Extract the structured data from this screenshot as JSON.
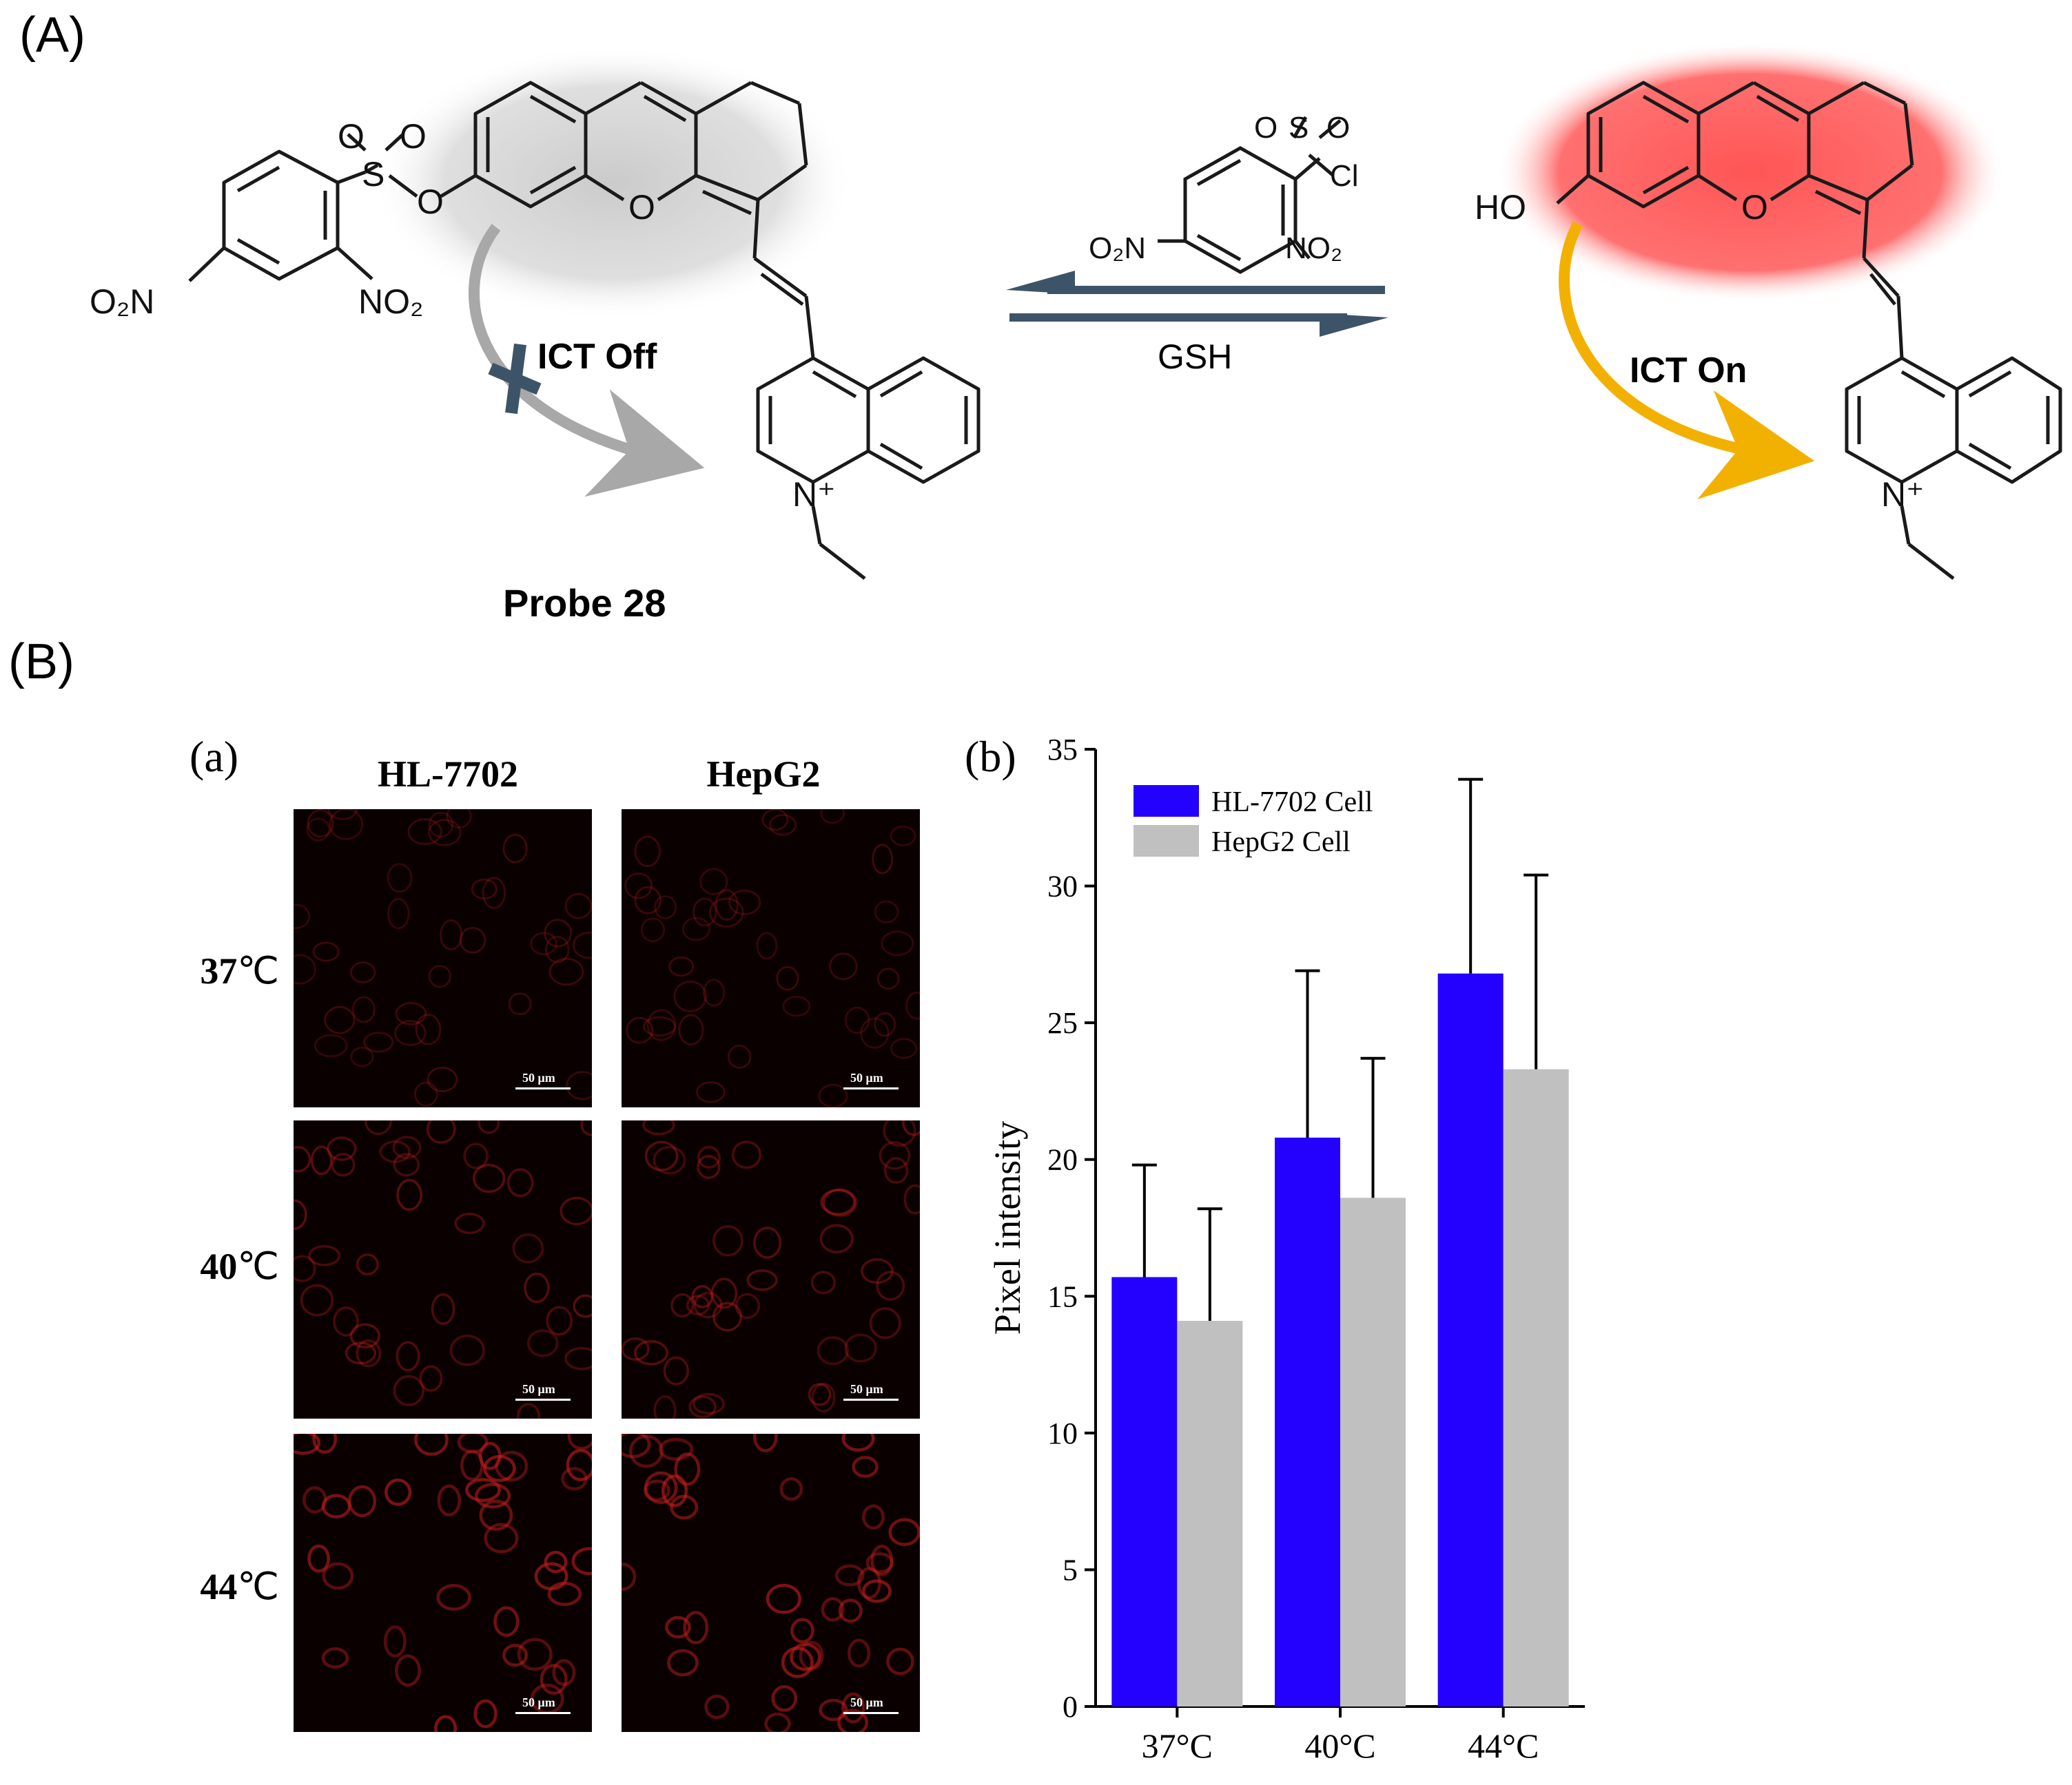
{
  "panel_a_label": "(A)",
  "panel_b_label": "(B)",
  "scheme": {
    "probe_label": "Probe 28",
    "ict_off": "ICT Off",
    "ict_on": "ICT On",
    "reagent_top_label": "",
    "reagent_bottom_label": "GSH",
    "atoms": {
      "o2n": "O₂N",
      "no2": "NO₂",
      "s": "S",
      "o": "O",
      "cl": "Cl",
      "ho": "HO",
      "n_plus": "N⁺"
    },
    "colors": {
      "glow_on": "#ff5a5a",
      "glow_off": "#cfcfcf",
      "arrow_on": "#f2b100",
      "arrow_off": "#a8a8a8",
      "equilibrium": "#3d5468"
    }
  },
  "micrographs": {
    "label": "(a)",
    "columns": [
      "HL-7702",
      "HepG2"
    ],
    "rows": [
      {
        "temp": "37",
        "unit": "℃"
      },
      {
        "temp": "40",
        "unit": "℃"
      },
      {
        "temp": "44",
        "unit": "℃"
      }
    ],
    "scale_bar": "50 μm",
    "fluorescence_level": [
      0.25,
      0.5,
      0.85
    ],
    "cell_color": "#c81e1e"
  },
  "chart_label": "(b)",
  "chart_data": {
    "type": "bar",
    "categories": [
      "37°C",
      "40°C",
      "44°C"
    ],
    "series": [
      {
        "name": "HL-7702 Cell",
        "values": [
          15.7,
          20.8,
          26.8
        ],
        "errors": [
          4.1,
          6.1,
          7.1
        ],
        "color": "#2400ff"
      },
      {
        "name": "HepG2 Cell",
        "values": [
          14.1,
          18.6,
          23.3
        ],
        "errors": [
          4.1,
          5.1,
          7.1
        ],
        "color": "#c0c0c0"
      }
    ],
    "ylabel": "Pixel intensity",
    "xlabel": "",
    "ylim": [
      0,
      35
    ],
    "yticks": [
      0,
      5,
      10,
      15,
      20,
      25,
      30,
      35
    ],
    "legend": "top-left",
    "grid": false
  }
}
